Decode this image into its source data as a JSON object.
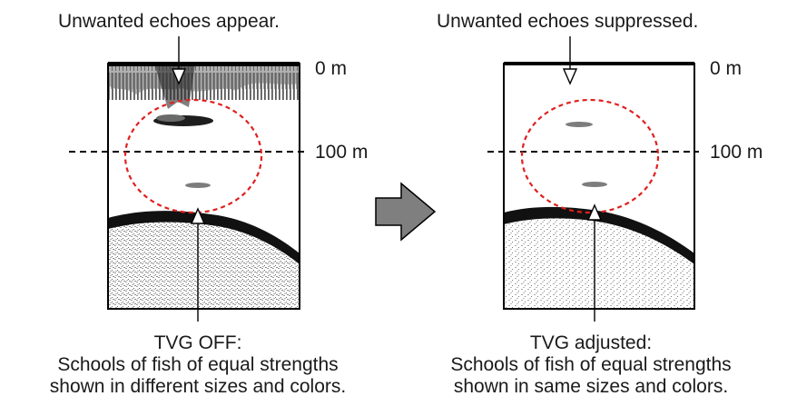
{
  "left_panel": {
    "top_label": "Unwanted echoes appear.",
    "depth_top": "0 m",
    "depth_mid": "100 m",
    "caption": [
      "TVG OFF:",
      "Schools of fish of equal strengths",
      "shown in different sizes and colors."
    ]
  },
  "right_panel": {
    "top_label": "Unwanted echoes suppressed.",
    "depth_top": "0 m",
    "depth_mid": "100 m",
    "caption": [
      "TVG adjusted:",
      "Schools of fish of equal strengths",
      "shown in same sizes and colors."
    ]
  },
  "colors": {
    "highlight_circle": "#e0201f",
    "arrow_fill": "#7f7f7f",
    "echo_dark": "#1a1a1a",
    "echo_gray": "#8a8a8a"
  },
  "icons": {
    "transition_arrow": "right-arrow-icon"
  }
}
